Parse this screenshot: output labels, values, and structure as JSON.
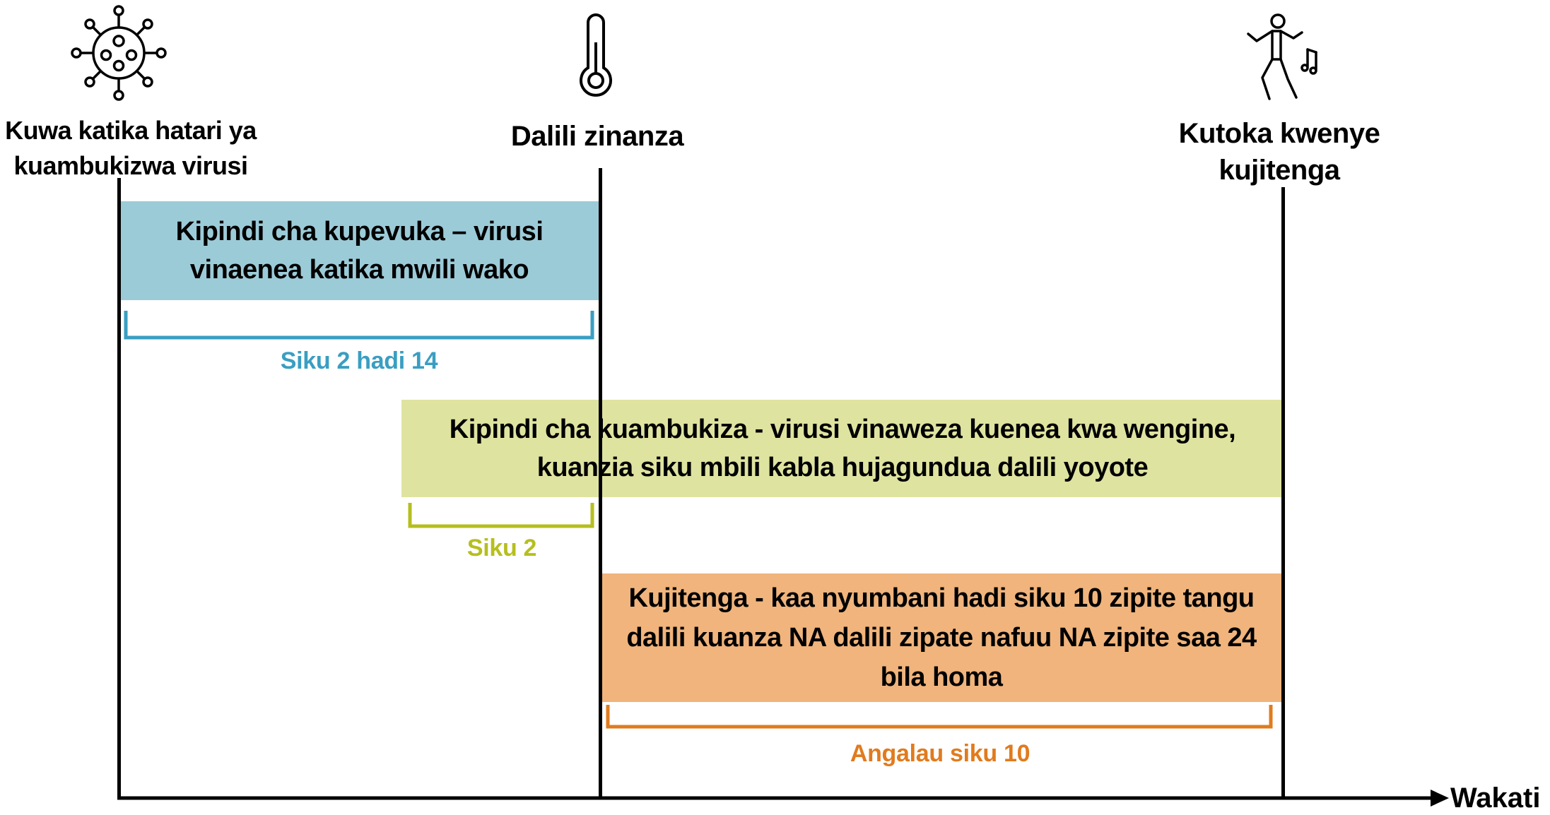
{
  "milestones": {
    "exposure": {
      "label": "Kuwa katika hatari ya kuambukizwa virusi",
      "icon": "virus-icon"
    },
    "symptoms": {
      "label": "Dalili zinanza",
      "icon": "thermometer-icon"
    },
    "release": {
      "label": "Kutoka kwenye kujitenga",
      "icon": "dancing-person-icon"
    }
  },
  "periods": {
    "incubation": {
      "text": "Kipindi cha kupevuka – virusi vinaenea katika mwili wako",
      "duration": "Siku 2 hadi 14",
      "color": "#9ccbd8",
      "accent": "#3a9ec2"
    },
    "infectious": {
      "text": "Kipindi cha kuambukiza - virusi vinaweza kuenea kwa wengine, kuanzia siku mbili kabla hujagundua dalili yoyote",
      "duration": "Siku 2",
      "color": "#dfe3a0",
      "accent": "#b6bf1e"
    },
    "isolation": {
      "text": "Kujitenga - kaa nyumbani hadi siku 10 zipite tangu dalili kuanza NA dalili zipate nafuu NA zipite saa 24 bila homa",
      "duration": "Angalau siku 10",
      "color": "#f0b47c",
      "accent": "#e07b1e"
    }
  },
  "axis": {
    "label": "Wakati"
  }
}
